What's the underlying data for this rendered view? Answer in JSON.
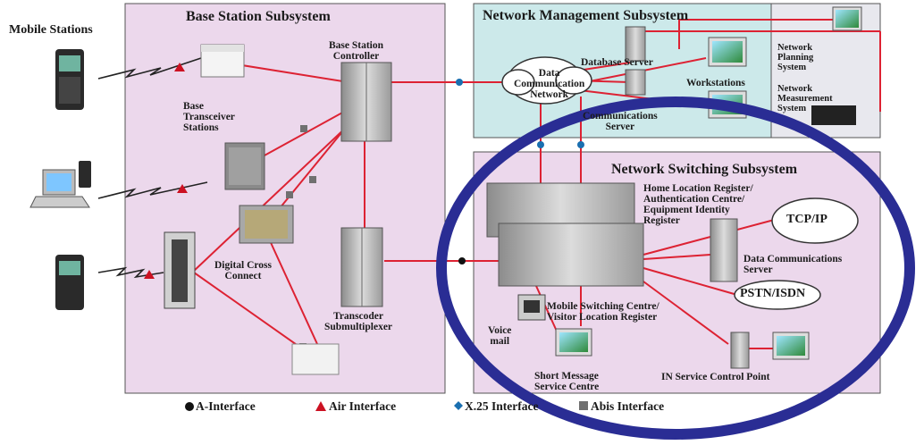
{
  "titles": {
    "mobile_stations": "Mobile Stations",
    "bss": "Base Station Subsystem",
    "nms": "Network Management Subsystem",
    "nss": "Network Switching Subsystem"
  },
  "labels": {
    "bsc": [
      "Base Station",
      "Controller"
    ],
    "bts": [
      "Base",
      "Transceiver",
      "Stations"
    ],
    "dcc": [
      "Digital Cross",
      "Connect"
    ],
    "transcoder": [
      "Transcoder",
      "Submultiplexer"
    ],
    "dcn": [
      "Data",
      "Communication",
      "Network"
    ],
    "db_server": "Database Server",
    "workstations": "Workstations",
    "comm_server": [
      "Communications",
      "Server"
    ],
    "net_planning": [
      "Network",
      "Planning",
      "System"
    ],
    "net_measurement": [
      "Network",
      "Measurement",
      "System"
    ],
    "hlr": [
      "Home Location Register/",
      "Authentication Centre/",
      "Equipment Identity",
      "Register"
    ],
    "tcpip": "TCP/IP",
    "data_comm_server": [
      "Data Communications",
      "Server"
    ],
    "pstn": "PSTN/ISDN",
    "msc": [
      "Mobile Switching Centre/",
      "Visitor Location Register"
    ],
    "voice_mail": [
      "Voice",
      "mail"
    ],
    "smsc": [
      "Short Message",
      "Service Centre"
    ],
    "in_scp": "IN Service Control Point"
  },
  "legend": {
    "a_interface": "A-Interface",
    "air_interface": "Air Interface",
    "x25_interface": "X.25 Interface",
    "abis_interface": "Abis Interface"
  },
  "colors": {
    "bss_bg": "#ecd8ec",
    "nms_bg": "#cce9ea",
    "nss_bg": "#ecd8ec",
    "link_red": "#dd2233",
    "highlight_ring": "#2a2d94",
    "x25_blue": "#1a6fb0",
    "abis_gray": "#707070"
  },
  "icons": [
    "phone-icon",
    "laptop-icon",
    "bts-cabinet-icon",
    "server-rack-icon",
    "workstation-icon",
    "cloud-icon",
    "tower-icon"
  ]
}
